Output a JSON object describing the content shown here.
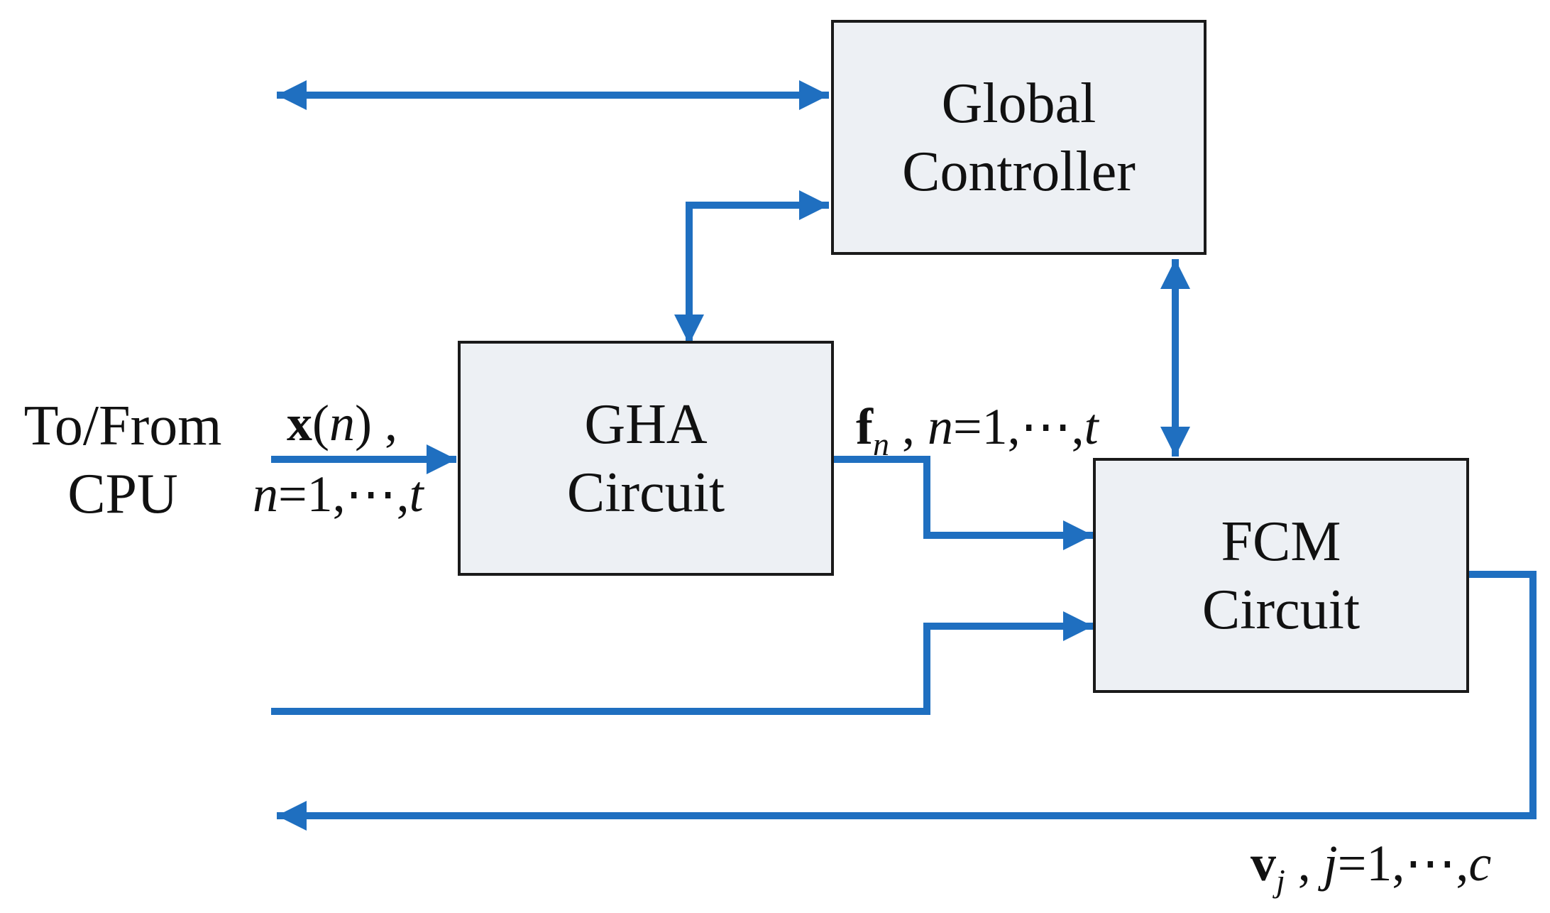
{
  "blocks": {
    "global_controller": {
      "line1": "Global",
      "line2": "Controller"
    },
    "gha": {
      "line1": "GHA",
      "line2": "Circuit"
    },
    "fcm": {
      "line1": "FCM",
      "line2": "Circuit"
    }
  },
  "external": {
    "line1": "To/From",
    "line2": "CPU"
  },
  "signals": {
    "input": {
      "vector": "x",
      "paren_open": "(",
      "arg": "n",
      "paren_close": ") ,",
      "index": "n",
      "range": "=1,⋯,",
      "end": "t"
    },
    "features": {
      "vector": "f",
      "subscript": "n",
      "sep": " , ",
      "index": "n",
      "range": "=1,⋯,",
      "end": "t"
    },
    "centers": {
      "vector": "v",
      "subscript": "j",
      "sep": " , ",
      "index": "j",
      "range": "=1,⋯,",
      "end": "c"
    }
  },
  "colors": {
    "connector": "#1f6fc0",
    "block_fill": "#edf0f4",
    "block_border": "#1a1a1a"
  }
}
